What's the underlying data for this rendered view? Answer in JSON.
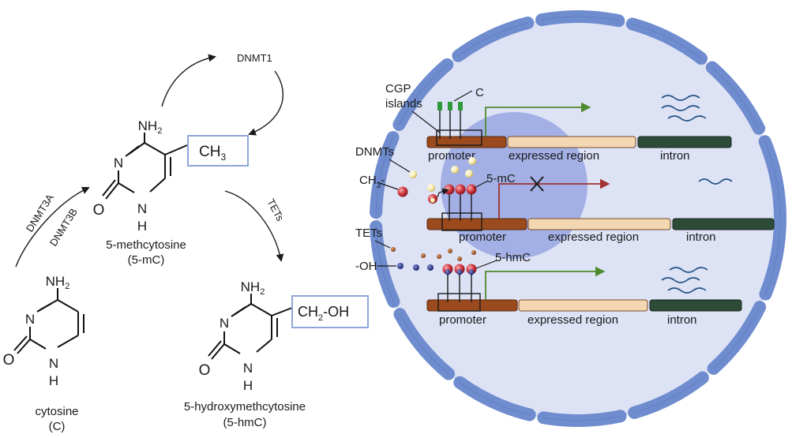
{
  "chemistry": {
    "enzyme_dnmt1": "DNMT1",
    "enzyme_dnmt3a": "DNMT3A",
    "enzyme_dnmt3b": "DNMT3B",
    "enzyme_tets": "TETs",
    "cytosine": {
      "name": "cytosine",
      "abbr": "(C)",
      "amine": "NH",
      "amine_sub": "2",
      "N": "N",
      "O": "O",
      "NH": "N",
      "H": "H"
    },
    "mc": {
      "name": "5-methcytosine",
      "abbr": "(5-mC)",
      "amine": "NH",
      "amine_sub": "2",
      "N": "N",
      "O": "O",
      "NH": "N",
      "H": "H",
      "group": "CH",
      "group_sub": "3"
    },
    "hmc": {
      "name": "5-hydroxymethcytosine",
      "abbr": "(5-hmC)",
      "amine": "NH",
      "amine_sub": "2",
      "N": "N",
      "O": "O",
      "NH": "N",
      "H": "H",
      "group": "CH",
      "group_sub": "2",
      "group_tail": "-OH"
    }
  },
  "cell": {
    "cgp_line1": "CGP",
    "cgp_line2": "islands",
    "c_label": "C",
    "dnmts_label": "DNMTs",
    "ch3_label": "CH",
    "ch3_sub": "3",
    "ch3_tail": "-",
    "mc_label": "5-mC",
    "tets_label": "TETs",
    "oh_label": "-OH",
    "hmc_label": "5-hmC",
    "genes": [
      {
        "promoter": "promoter",
        "expressed": "expressed region",
        "intron": "intron"
      },
      {
        "promoter": "promoter",
        "expressed": "expressed region",
        "intron": "intron"
      },
      {
        "promoter": "promoter",
        "expressed": "expressed region",
        "intron": "intron"
      }
    ]
  },
  "colors": {
    "membrane": "#6f8ccf",
    "cytoplasm": "#dde2f5",
    "nucleus": "#8f9fdf",
    "promoter": "#9a4a1c",
    "expressed": "#f3d7b3",
    "intron": "#2e4b38",
    "arrow_active": "#4f8a2e",
    "arrow_blocked": "#a23232",
    "methyl": "#c8323c",
    "cytosine_pin": "#2f9a3b",
    "mrna": "#1f4f80"
  }
}
